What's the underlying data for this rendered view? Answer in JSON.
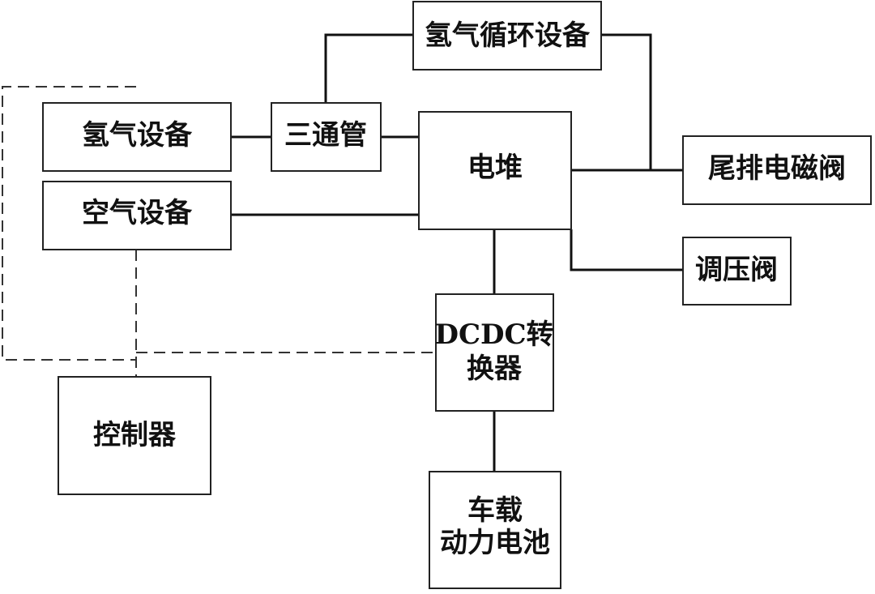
{
  "nodes": {
    "h2_recirc": "氢气循环设备",
    "h2_supply": "氢气设备",
    "tee": "三通管",
    "stack": "电堆",
    "purge_valve": "尾排电磁阀",
    "air_supply": "空气设备",
    "pressure_valve": "调压阀",
    "dcdc_line1": "DCDC转",
    "dcdc_line2": "换器",
    "controller": "控制器",
    "battery_line1": "车载",
    "battery_line2": "动力电池"
  }
}
